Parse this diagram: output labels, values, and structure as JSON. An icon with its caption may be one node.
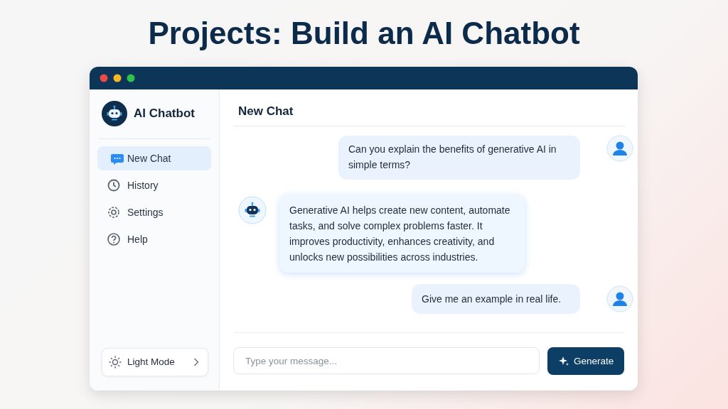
{
  "diagram": {
    "title": "Projects: Build an AI Chatbot",
    "nodes": [
      {
        "text": [
          "New Chat"
        ]
      },
      {
        "text": [
          "Can you explain the benefits of generative AI in simple terms?"
        ]
      },
      {
        "text": [
          "Generative AI helps create new content, automate tasks, and solve complex problems faster. It improves productivity, enhances creativity, and unlocks new possibilities across industries."
        ]
      },
      {
        "text": [
          "Give me an example in real life."
        ]
      },
      {
        "text": [
          "Light Mode"
        ]
      },
      {
        "text": [
          "Type your message..."
        ]
      },
      {
        "text": [
          "Generate"
        ]
      }
    ],
    "labels": [
      "AI Chatbot",
      "New Chat",
      "History",
      "Settings",
      "Help"
    ]
  }
}
